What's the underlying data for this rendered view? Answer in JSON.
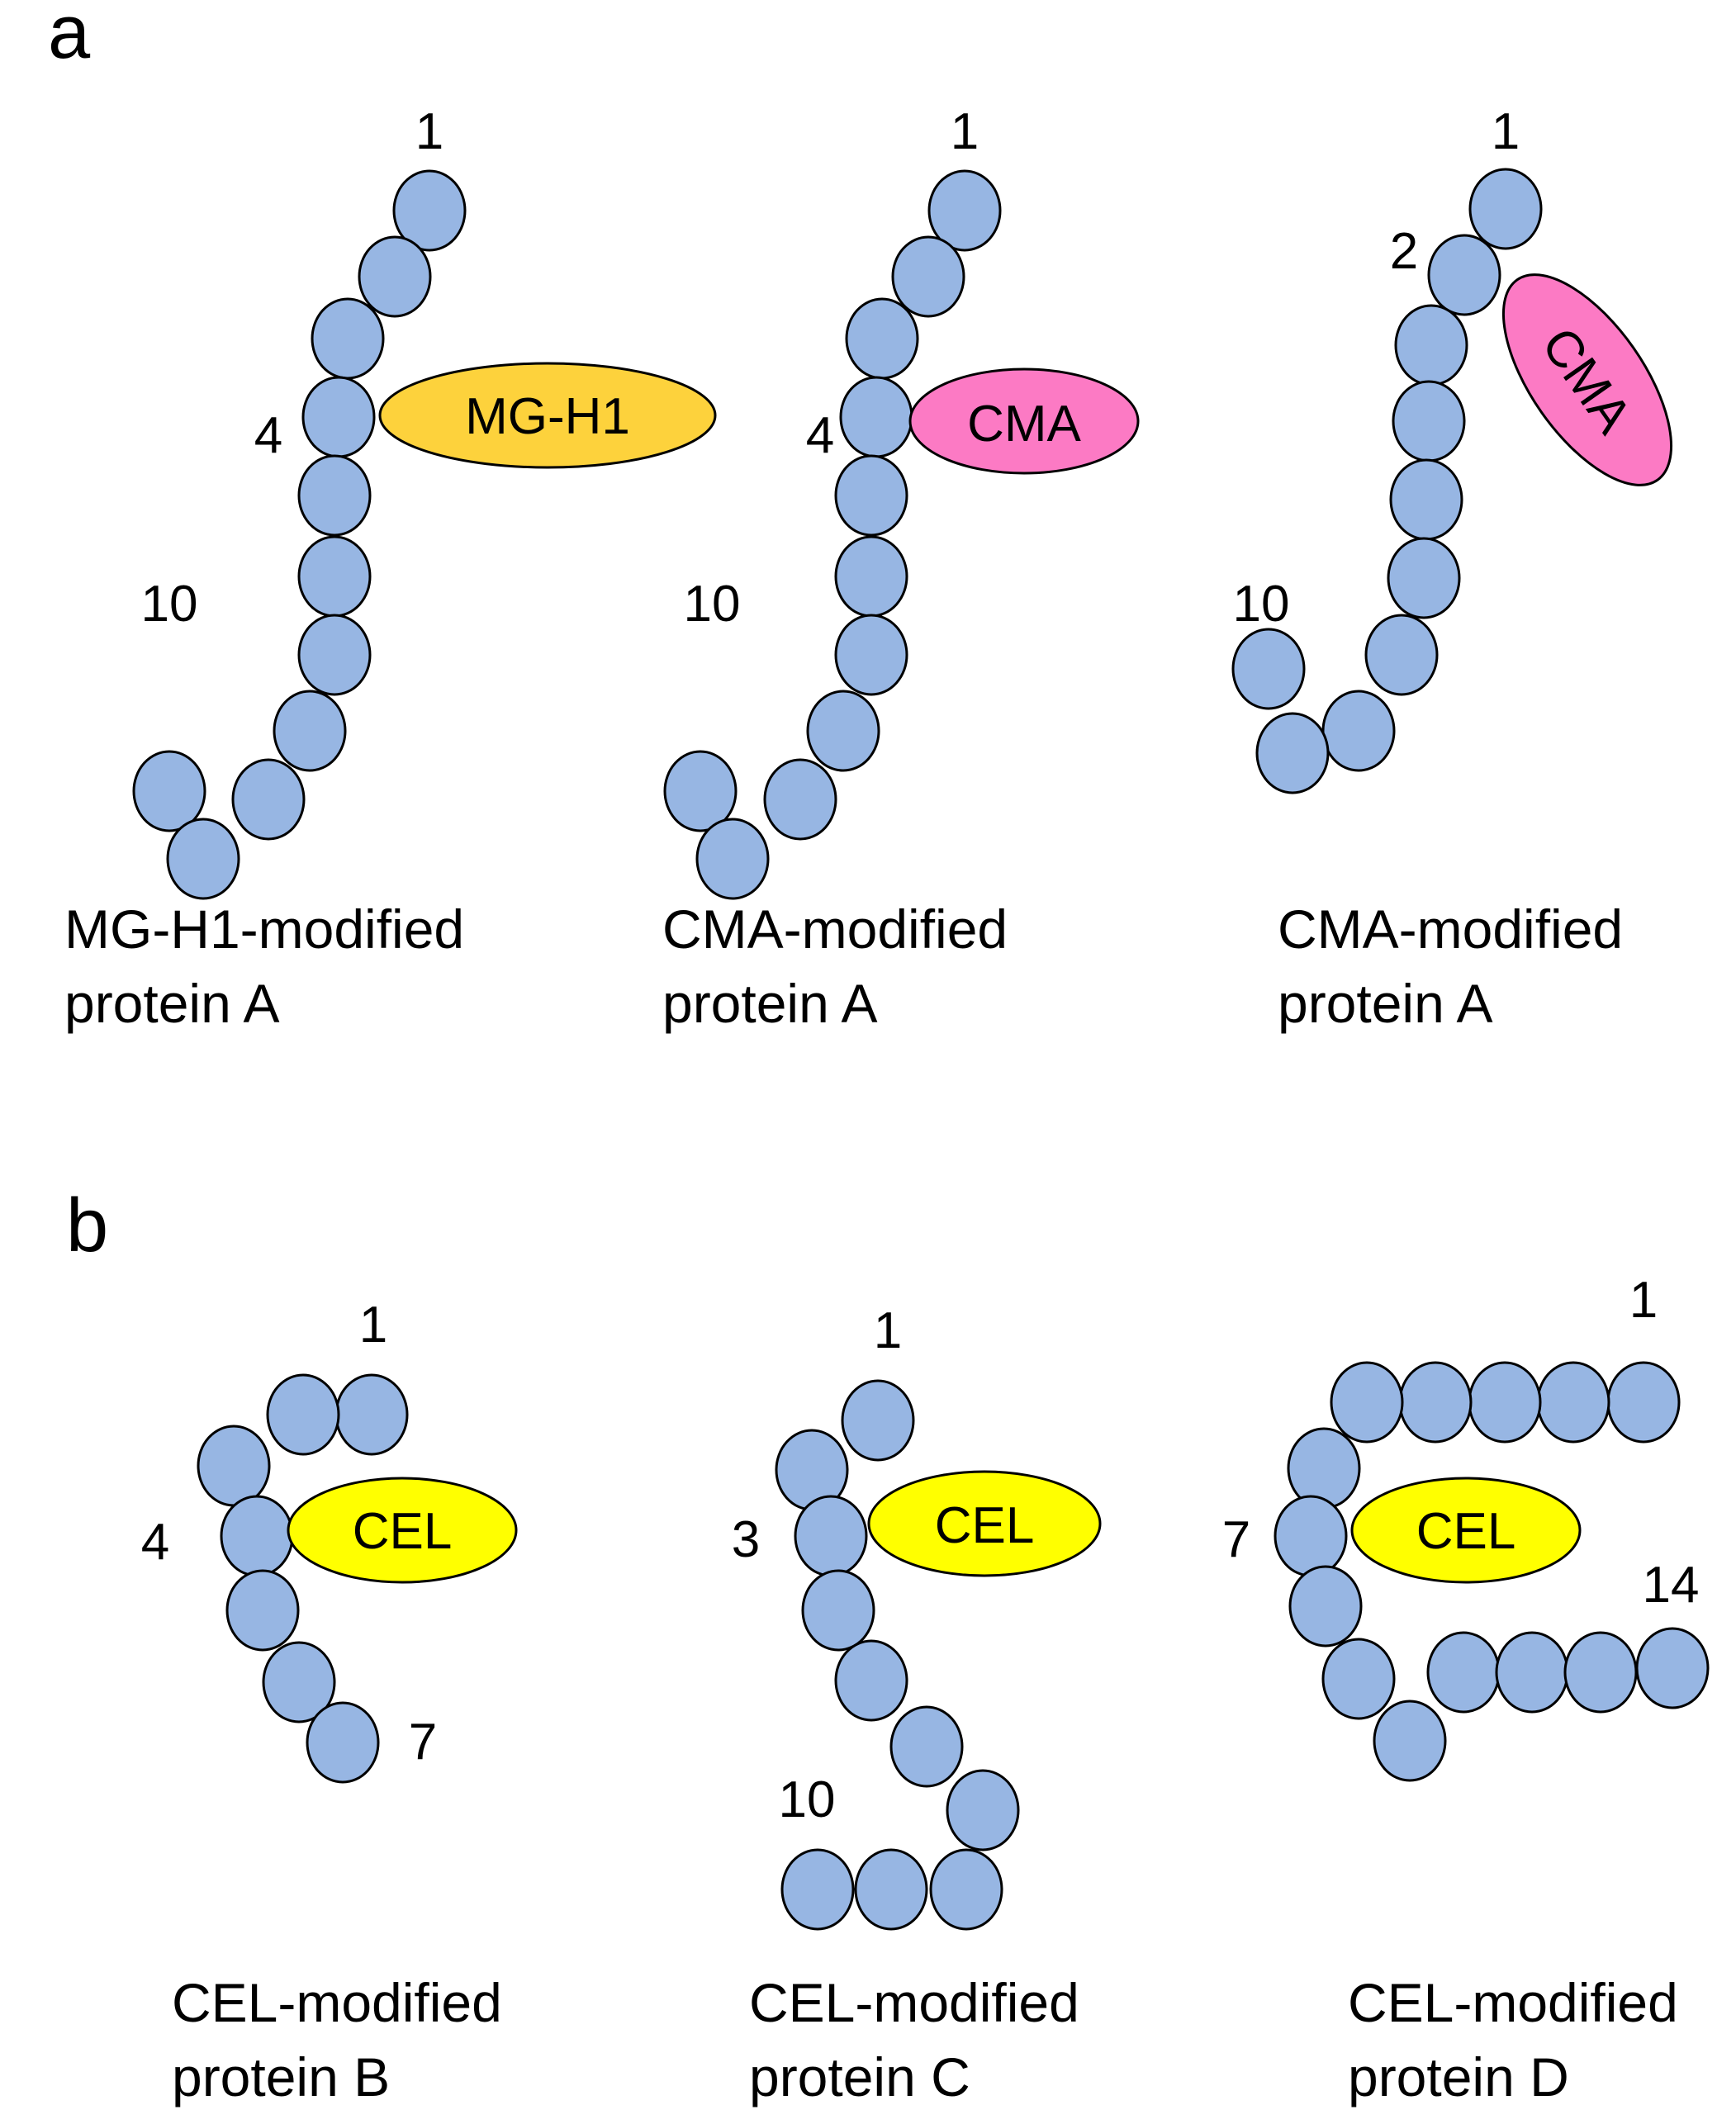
{
  "colors": {
    "bead": "#97b6e3",
    "mgh1": "#fdd23c",
    "cma": "#fc7ac4",
    "cel": "#ffff00"
  },
  "panels": {
    "a": {
      "letter": "a",
      "diagrams": [
        {
          "mod_label": "MG-H1",
          "mod_color_key": "mgh1",
          "caption_line1": "MG-H1-modified",
          "caption_line2": "protein A",
          "residue_labels": [
            "1",
            "4",
            "10"
          ]
        },
        {
          "mod_label": "CMA",
          "mod_color_key": "cma",
          "caption_line1": "CMA-modified",
          "caption_line2": "protein A",
          "residue_labels": [
            "1",
            "4",
            "10"
          ]
        },
        {
          "mod_label": "CMA",
          "mod_color_key": "cma",
          "caption_line1": "CMA-modified",
          "caption_line2": "protein A",
          "residue_labels": [
            "1",
            "2",
            "10"
          ]
        }
      ]
    },
    "b": {
      "letter": "b",
      "diagrams": [
        {
          "mod_label": "CEL",
          "mod_color_key": "cel",
          "caption_line1": "CEL-modified",
          "caption_line2": "protein B",
          "residue_labels": [
            "1",
            "4",
            "7"
          ]
        },
        {
          "mod_label": "CEL",
          "mod_color_key": "cel",
          "caption_line1": "CEL-modified",
          "caption_line2": "protein C",
          "residue_labels": [
            "1",
            "3",
            "10"
          ]
        },
        {
          "mod_label": "CEL",
          "mod_color_key": "cel",
          "caption_line1": "CEL-modified",
          "caption_line2": "protein D",
          "residue_labels": [
            "1",
            "7",
            "14"
          ]
        }
      ]
    }
  }
}
